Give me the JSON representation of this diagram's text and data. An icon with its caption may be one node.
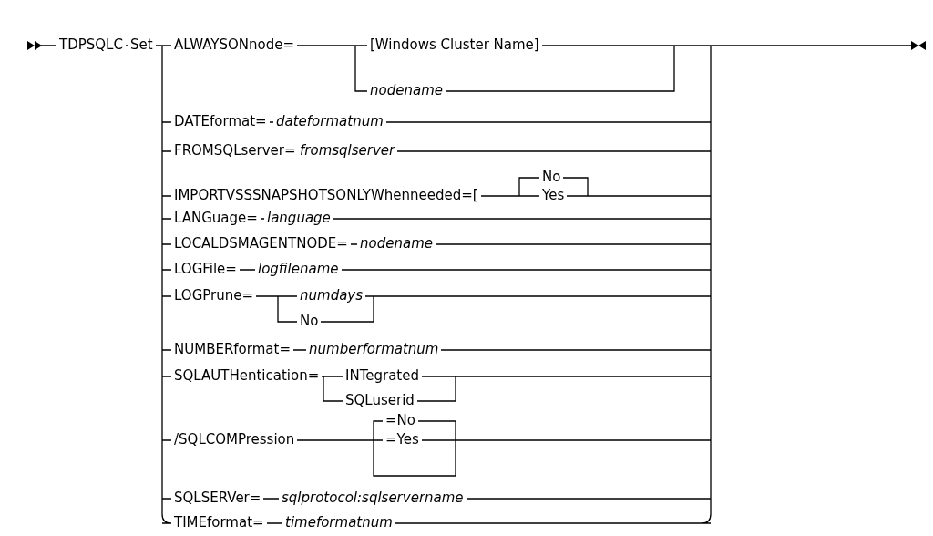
{
  "diagram": {
    "labels": [
      "TDPSQLC",
      "Set",
      "ALWAYSONnode=",
      "[Windows Cluster Name]",
      "nodename",
      "DATEformat=",
      "dateformatnum",
      "FROMSQLserver=",
      "fromsqlserver",
      "No",
      "IMPORTVSSSNAPSHOTSONLYWhenneeded=[",
      "Yes",
      "LANGuage=",
      "language",
      "LOCALDSMAGENTNODE=",
      "nodename",
      "LOGFile=",
      "logfilename",
      "LOGPrune=",
      "numdays",
      "No",
      "NUMBERformat=",
      "numberformatnum",
      "SQLAUTHentication=",
      "INTegrated",
      "SQLuserid",
      "=No",
      "/SQLCOMPression",
      "=Yes",
      "SQLSERVer=",
      "sqlprotocol:sqlservername",
      "TIMEformat=",
      "timeformatnum"
    ]
  }
}
